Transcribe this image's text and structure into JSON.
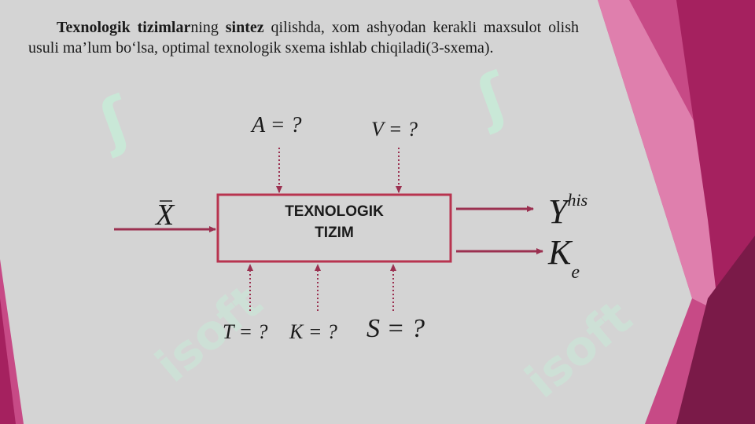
{
  "paragraph": {
    "bold1": "Texnologik tizimlar",
    "text1": "ning ",
    "bold2": "sintez",
    "text2": " qilishda, xom ashyodan kerakli maxsulot olish usuli ma’lum bo‘lsa, optimal texnologik sxema ishlab chiqiladi(3-sxema)."
  },
  "diagram": {
    "box_line1": "TEXNOLOGIK",
    "box_line2": "TIZIM",
    "input_main": "X",
    "top_inputs": [
      "A = ?",
      "V = ?"
    ],
    "bottom_inputs": [
      "T = ?",
      "K = ?",
      "S = ?"
    ],
    "output1": "Y",
    "output1_sup": "his",
    "output2": "K",
    "output2_sub": "e"
  },
  "watermark": {
    "text": "isoft"
  },
  "colors": {
    "background": "#d4d4d4",
    "arrow": "#9b3050",
    "magenta": "#c4357a",
    "dark_magenta": "#8e1f55",
    "watermark": "#c8ecd8"
  }
}
